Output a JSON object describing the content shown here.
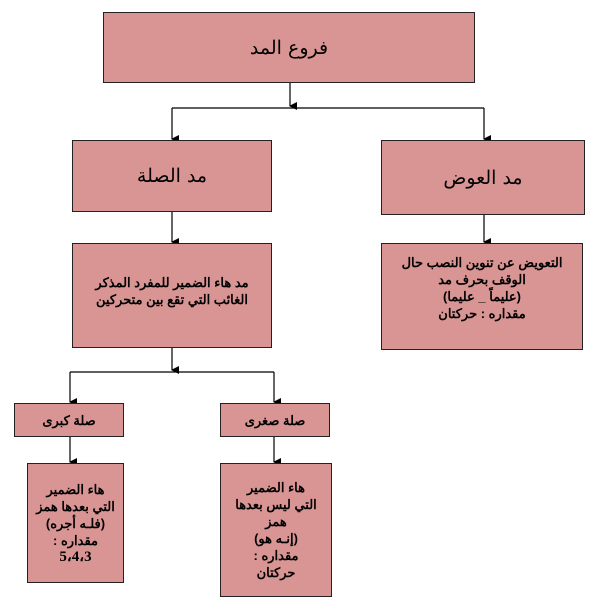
{
  "root": {
    "label": "فروع المد"
  },
  "branches": [
    {
      "label": "مد العوض",
      "description": [
        "التعويض عن تنوين النصب حال",
        "الوقف بحرف مد",
        "(عليماً _ عليما)",
        "مقداره : حركتان"
      ]
    },
    {
      "label": "مد الصلة",
      "description": [
        "مد هاء الضمير للمفرد المذكر",
        "الغائب التي تقع بين متحركين"
      ],
      "children": [
        {
          "label": "صلة صغرى",
          "description": [
            "هاء الضمير",
            "التي ليس بعدها",
            "همز",
            "(إنـه هو)",
            "مقداره :",
            "حركتان"
          ]
        },
        {
          "label": "صلة كبرى",
          "description": [
            "هاء الضمير",
            "التي بعدها همز",
            "(فلـه أجره)",
            "مقداره :",
            "5،4،3"
          ]
        }
      ]
    }
  ],
  "colors": {
    "box_fill": "#d99594",
    "border": "#222222"
  }
}
